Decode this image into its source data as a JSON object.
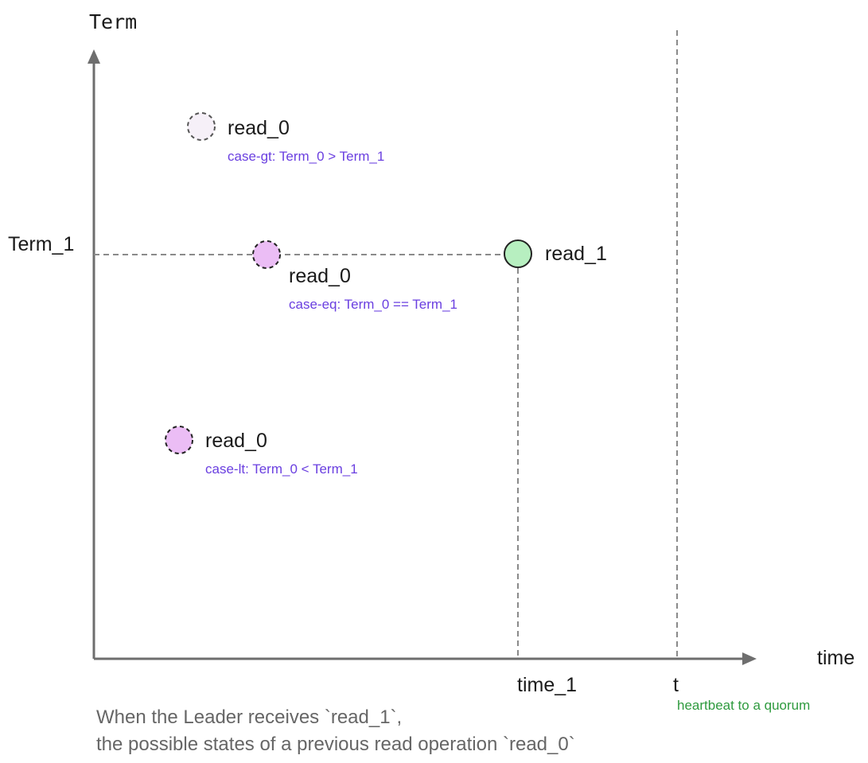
{
  "colors": {
    "axis": "#6e6e6e",
    "guide": "#8a8a8a",
    "case_text": "#6a3fe0",
    "heartbeat_text": "#2e9a3e",
    "read0_gt_fill": "#f6f0f8",
    "read0_fill": "#ebbdf5",
    "read1_fill": "#b7efc0",
    "caption_text": "#666666"
  },
  "axes": {
    "y_label": "Term",
    "x_label": "time",
    "y_tick": "Term_1",
    "x_tick_1": "time_1",
    "x_tick_2": "t",
    "t_note": "heartbeat to a quorum"
  },
  "points": {
    "gt": {
      "label": "read_0",
      "note": "case-gt: Term_0 > Term_1"
    },
    "eq": {
      "label": "read_0",
      "note": "case-eq: Term_0 == Term_1"
    },
    "lt": {
      "label": "read_0",
      "note": "case-lt: Term_0 < Term_1"
    },
    "read1": {
      "label": "read_1"
    }
  },
  "caption": {
    "line1": "When the Leader receives `read_1`,",
    "line2": "the possible states of a previous read operation `read_0`"
  }
}
